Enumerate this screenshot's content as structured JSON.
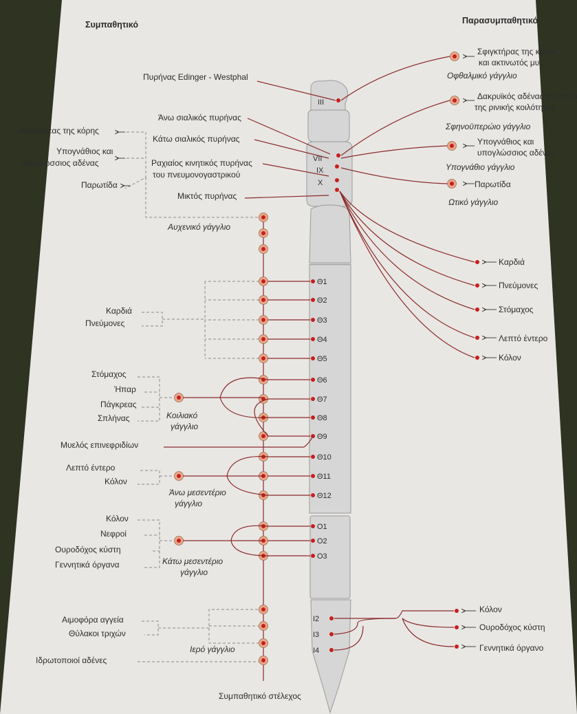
{
  "headers": {
    "sympathetic": "Συμπαθητικό",
    "parasympathetic": "Παρασυμπαθητικό"
  },
  "nuclei": [
    "Πυρήνας Edinger - Westphal",
    "Άνω σιαλικός πυρήνας",
    "Κάτω σιαλικός πυρήνας",
    "Ραχιαίος κινητικός πυρήνας",
    "του πνευμονογαστρικού",
    "Μικτός πυρήνας"
  ],
  "cranial_nerves": [
    "III",
    "VII",
    "IX",
    "X"
  ],
  "para_cranial": [
    {
      "target1": "Σφιγκτήρας της κόρης",
      "target2": "και ακτινωτός μυς",
      "ganglion": "Οφθαλμικό γάγγλιο"
    },
    {
      "target1": "Δακρυϊκός αδένας και αδένες",
      "target2": "της ρινικής κοιλότητας",
      "ganglion": "Σφηνοϋπερώιο γάγγλιο"
    },
    {
      "target1": "Υπογνάθιος και",
      "target2": "υπογλώσσιος αδένας",
      "ganglion": "Υπογνάθιο γάγγλιο"
    },
    {
      "target1": "Παρωτίδα",
      "target2": "",
      "ganglion": "Ωτικό γάγγλιο"
    }
  ],
  "vagus_targets": [
    "Καρδιά",
    "Πνεύμονες",
    "Στόμαχος",
    "Λεπτό έντερο",
    "Κόλον"
  ],
  "sacral_targets": [
    "Κόλον",
    "Ουροδόχος κύστη",
    "Γεννητικά όργανο"
  ],
  "head_targets": [
    "Διαστολέας της κόρης",
    "Υπογνάθιος και",
    "υπογλώσσιος αδένας",
    "Παρωτίδα"
  ],
  "cervical_ganglion": "Αυχενικό γάγγλιο",
  "thoracic_targets": [
    "Καρδιά",
    "Πνεύμονες"
  ],
  "celiac_targets": [
    "Στόμαχος",
    "Ήπαρ",
    "Πάγκρεας",
    "Σπλήνας"
  ],
  "celiac_ganglion": [
    "Κοιλιακό",
    "γάγγλιο"
  ],
  "adrenal": "Μυελός επινεφριδίων",
  "sup_mes_targets": [
    "Λεπτό έντερο",
    "Κόλον"
  ],
  "sup_mes_ganglion": [
    "Άνω μεσεντέριο",
    "γάγγλιο"
  ],
  "inf_mes_targets": [
    "Κόλον",
    "Νεφροί",
    "Ουροδόχος κύστη",
    "Γεννητικά όργανα"
  ],
  "inf_mes_ganglion": [
    "Κάτω μεσεντέριο",
    "γάγγλιο"
  ],
  "skin_targets": [
    "Αιμοφόρα αγγεία",
    "Θύλακοι τριχών"
  ],
  "sweat": "Ιδρωτοποιοί αδένες",
  "sacral_ganglion": "Ιερό γάγγλιο",
  "trunk": "Συμπαθητικό στέλεχος",
  "thoracic_segments": [
    "Θ1",
    "Θ2",
    "Θ3",
    "Θ4",
    "Θ5",
    "Θ6",
    "Θ7",
    "Θ8",
    "Θ9",
    "Θ10",
    "Θ11",
    "Θ12"
  ],
  "lumbar_segments": [
    "Ο1",
    "Ο2",
    "Ο3"
  ],
  "sacral_segments": [
    "Ι2",
    "Ι3",
    "Ι4"
  ],
  "colors": {
    "nerve": "#8a2a2a",
    "dot": "#c81e1e",
    "ganglion": "#e8a98a",
    "cord": "#d6d6d6",
    "dashed": "#8a8a8a"
  }
}
